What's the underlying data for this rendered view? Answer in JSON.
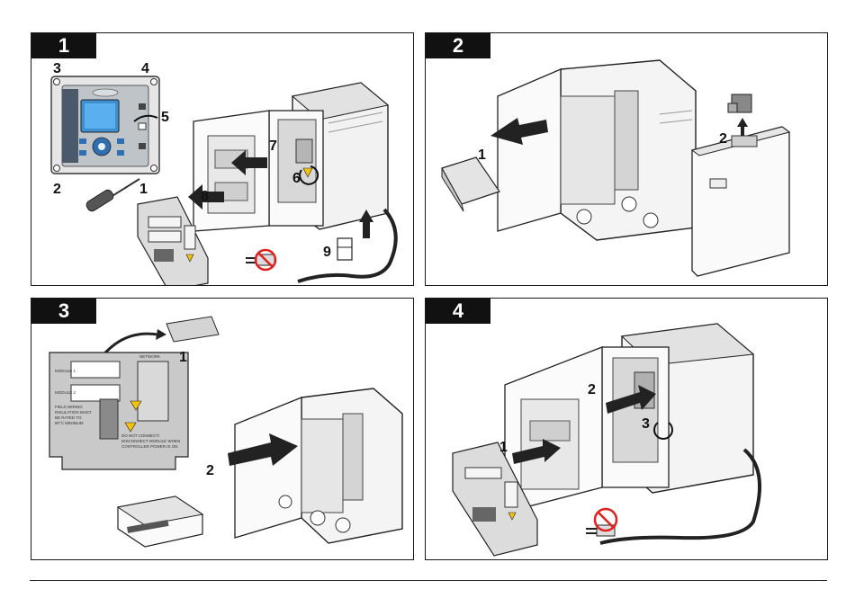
{
  "panels": [
    {
      "step": "1",
      "callouts": [
        "3",
        "4",
        "5",
        "2",
        "1",
        "7",
        "6",
        "8",
        "9"
      ]
    },
    {
      "step": "2",
      "callouts": [
        "1",
        "2"
      ]
    },
    {
      "step": "3",
      "callouts": [
        "1",
        "2"
      ],
      "cover_labels": {
        "module_1": "MODULE 1",
        "module_2": "MODULE 2",
        "network": "NETWORK",
        "wiring_note": [
          "FIELD WIRING",
          "INSULATION MUST",
          "BE RATED TO",
          "80°C MINIMUM"
        ],
        "warning_note": [
          "DO NOT CONNECT/",
          "DISCONNECT MODULE WHEN",
          "CONTROLLER POWER IS ON"
        ]
      }
    },
    {
      "step": "4",
      "callouts": [
        "1",
        "2",
        "3"
      ]
    }
  ]
}
